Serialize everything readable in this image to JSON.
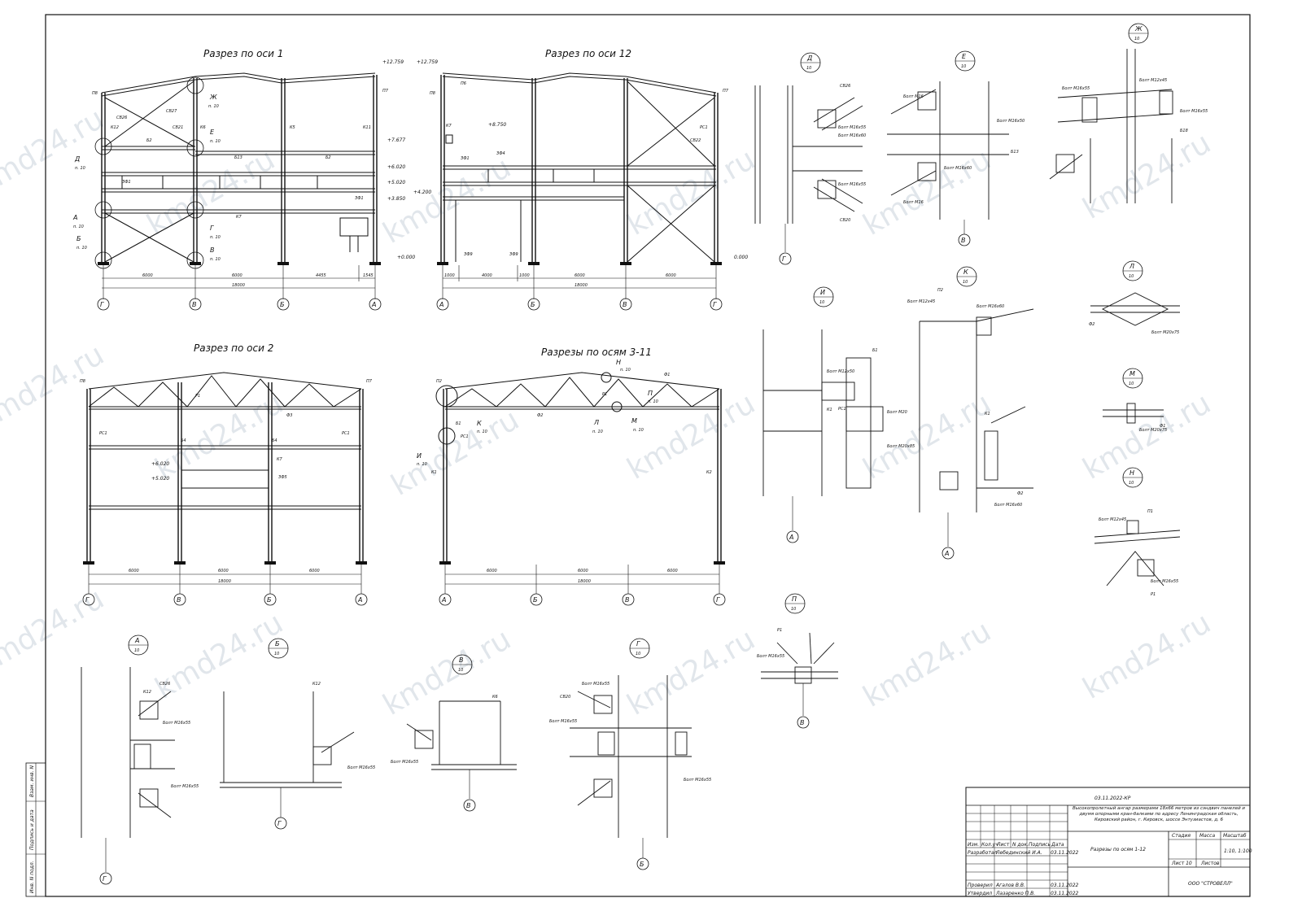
{
  "sections": {
    "axis1": "Разрез по оси 1",
    "axis12": "Разрез по оси 12",
    "axis2": "Разрез по оси 2",
    "axes3_11": "Разрезы по осям 3-11"
  },
  "nodes": {
    "D": "Д",
    "E": "Е",
    "Zh": "Ж",
    "I": "И",
    "K": "К",
    "L": "Л",
    "M": "М",
    "N": "Н",
    "P": "П",
    "A": "А",
    "B": "Б",
    "V": "В",
    "G": "Г",
    "sheet": "10"
  },
  "axes": {
    "g": "Г",
    "v": "В",
    "b": "Б",
    "a": "А"
  },
  "elevations": {
    "e12759": "+12.759",
    "e7677": "+7.677",
    "e6020": "+6.020",
    "e5020": "+5.020",
    "e3850": "+3.850",
    "e0000": "+0.000",
    "e4200": "+4.200",
    "e8750": "+8.750",
    "e0000b": "0.000"
  },
  "dims": {
    "d6000": "6000",
    "d4455": "4455",
    "d1545": "1545",
    "d18000": "18000",
    "d1000": "1000",
    "d4000": "4000"
  },
  "bolts": {
    "m16x55": "Болт М16х55",
    "m16x60": "Болт М16х60",
    "m16x50": "Болт М16х50",
    "m12x45": "Болт М12х45",
    "m20x75": "Болт М20х75",
    "m12x50": "Болт М12х50",
    "m20x85": "Болт М20х85",
    "m16": "Болт М16",
    "m20": "Болт М20"
  },
  "labels": {
    "rl": "п. 10",
    "sv26": "СВ26",
    "sv27": "СВ27",
    "sv21": "СВ21",
    "sv22": "СВ22",
    "sv20": "СВ20",
    "k12": "К12",
    "k6": "К6",
    "k5": "К5",
    "k11": "К11",
    "k7": "К7",
    "k1": "К1",
    "k2": "К2",
    "b2": "Б2",
    "b4": "Б4",
    "b12": "Б12",
    "b13": "Б13",
    "b18": "Б18",
    "b1": "Б1",
    "p1": "П1",
    "p2": "П2",
    "p6": "П6",
    "p7": "П7",
    "p8": "П8",
    "r1": "Р1",
    "rs1": "РС1",
    "f1": "Ф1",
    "f2": "Ф2",
    "f3": "Ф3",
    "zf1": "ЗФ1",
    "zf4": "ЗФ4",
    "zf5": "ЗФ5",
    "zf9": "ЗФ9"
  },
  "stamp": {
    "code": "03.11.2022-КР",
    "project": "Высокопролетный ангар размерами 18х66 метров из сэндвич панелей и двумя опорными кран-балками по адресу Ленинградская область, Кировский район, г. Кировск, шоссе Энтузиастов, д. 6",
    "sheet_title": "Разрезы по осям 1-12",
    "company": "ООО \"СТРОВЕЛЛ\"",
    "col_izm": "Изм.",
    "col_kol": "Кол.уч",
    "col_list": "Лист",
    "col_ndok": "N док.",
    "col_podp": "Подпись",
    "col_data": "Дата",
    "razrab": "Разработал",
    "razrab_name": "Лебединский И.А.",
    "proveril": "Проверил",
    "proveril_name": "Агалов В.В.",
    "utverdil": "Утвердил",
    "utverdil_name": "Лазаренко П.В.",
    "date": "03.11.2022",
    "stadia": "Стадия",
    "massa": "Масса",
    "masshtab": "Масштаб",
    "masshtab_val": "1:10, 1:100",
    "list_lbl": "Лист 10",
    "listov": "Листов",
    "side1": "Инв. N подл.",
    "side2": "Подпись и дата",
    "side3": "Взам. инв. N"
  },
  "watermark": "kmd24.ru"
}
